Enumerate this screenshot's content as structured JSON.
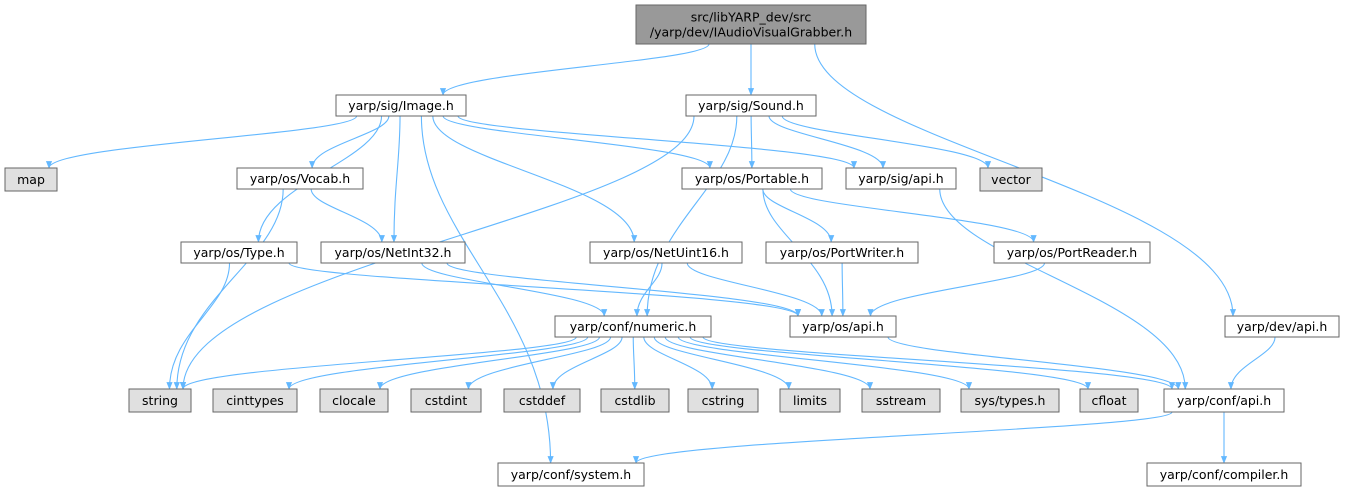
{
  "colors": {
    "root_fill": "#999999",
    "header_fill": "#ffffff",
    "external_fill": "#e0e0e0",
    "border": "#666666",
    "edge": "#63b8ff"
  },
  "nodes": [
    {
      "id": "root",
      "label": "src/libYARP_dev/src\n/yarp/dev/IAudioVisualGrabber.h",
      "kind": "root"
    },
    {
      "id": "image",
      "label": "yarp/sig/Image.h",
      "kind": "header"
    },
    {
      "id": "sound",
      "label": "yarp/sig/Sound.h",
      "kind": "header"
    },
    {
      "id": "map",
      "label": "map",
      "kind": "external"
    },
    {
      "id": "vocab",
      "label": "yarp/os/Vocab.h",
      "kind": "header"
    },
    {
      "id": "portable",
      "label": "yarp/os/Portable.h",
      "kind": "header"
    },
    {
      "id": "sigapi",
      "label": "yarp/sig/api.h",
      "kind": "header"
    },
    {
      "id": "vector",
      "label": "vector",
      "kind": "external"
    },
    {
      "id": "type",
      "label": "yarp/os/Type.h",
      "kind": "header"
    },
    {
      "id": "netint32",
      "label": "yarp/os/NetInt32.h",
      "kind": "header"
    },
    {
      "id": "netuint16",
      "label": "yarp/os/NetUint16.h",
      "kind": "header"
    },
    {
      "id": "portwriter",
      "label": "yarp/os/PortWriter.h",
      "kind": "header"
    },
    {
      "id": "portreader",
      "label": "yarp/os/PortReader.h",
      "kind": "header"
    },
    {
      "id": "numeric",
      "label": "yarp/conf/numeric.h",
      "kind": "header"
    },
    {
      "id": "osapi",
      "label": "yarp/os/api.h",
      "kind": "header"
    },
    {
      "id": "devapi",
      "label": "yarp/dev/api.h",
      "kind": "header"
    },
    {
      "id": "string",
      "label": "string",
      "kind": "external"
    },
    {
      "id": "cinttypes",
      "label": "cinttypes",
      "kind": "external"
    },
    {
      "id": "clocale",
      "label": "clocale",
      "kind": "external"
    },
    {
      "id": "cstdint",
      "label": "cstdint",
      "kind": "external"
    },
    {
      "id": "cstddef",
      "label": "cstddef",
      "kind": "external"
    },
    {
      "id": "cstdlib",
      "label": "cstdlib",
      "kind": "external"
    },
    {
      "id": "cstring",
      "label": "cstring",
      "kind": "external"
    },
    {
      "id": "limits",
      "label": "limits",
      "kind": "external"
    },
    {
      "id": "sstream",
      "label": "sstream",
      "kind": "external"
    },
    {
      "id": "systypes",
      "label": "sys/types.h",
      "kind": "external"
    },
    {
      "id": "cfloat",
      "label": "cfloat",
      "kind": "external"
    },
    {
      "id": "confapi",
      "label": "yarp/conf/api.h",
      "kind": "header"
    },
    {
      "id": "system",
      "label": "yarp/conf/system.h",
      "kind": "header"
    },
    {
      "id": "compiler",
      "label": "yarp/conf/compiler.h",
      "kind": "header"
    }
  ],
  "edges": [
    [
      "root",
      "image"
    ],
    [
      "root",
      "sound"
    ],
    [
      "root",
      "devapi"
    ],
    [
      "image",
      "map"
    ],
    [
      "image",
      "vocab"
    ],
    [
      "image",
      "type"
    ],
    [
      "image",
      "netint32"
    ],
    [
      "image",
      "netuint16"
    ],
    [
      "image",
      "portable"
    ],
    [
      "image",
      "sigapi"
    ],
    [
      "image",
      "system"
    ],
    [
      "sound",
      "string"
    ],
    [
      "sound",
      "numeric"
    ],
    [
      "sound",
      "portable"
    ],
    [
      "sound",
      "sigapi"
    ],
    [
      "sound",
      "vector"
    ],
    [
      "vocab",
      "string"
    ],
    [
      "vocab",
      "netint32"
    ],
    [
      "type",
      "string"
    ],
    [
      "type",
      "osapi"
    ],
    [
      "netint32",
      "numeric"
    ],
    [
      "netint32",
      "osapi"
    ],
    [
      "netuint16",
      "numeric"
    ],
    [
      "netuint16",
      "osapi"
    ],
    [
      "portable",
      "portwriter"
    ],
    [
      "portable",
      "portreader"
    ],
    [
      "portable",
      "osapi"
    ],
    [
      "portwriter",
      "osapi"
    ],
    [
      "portreader",
      "osapi"
    ],
    [
      "sigapi",
      "confapi"
    ],
    [
      "osapi",
      "confapi"
    ],
    [
      "devapi",
      "confapi"
    ],
    [
      "numeric",
      "string"
    ],
    [
      "numeric",
      "cinttypes"
    ],
    [
      "numeric",
      "clocale"
    ],
    [
      "numeric",
      "cstdint"
    ],
    [
      "numeric",
      "cstddef"
    ],
    [
      "numeric",
      "cstdlib"
    ],
    [
      "numeric",
      "cstring"
    ],
    [
      "numeric",
      "limits"
    ],
    [
      "numeric",
      "sstream"
    ],
    [
      "numeric",
      "systypes"
    ],
    [
      "numeric",
      "cfloat"
    ],
    [
      "numeric",
      "confapi"
    ],
    [
      "confapi",
      "system"
    ],
    [
      "confapi",
      "compiler"
    ]
  ]
}
